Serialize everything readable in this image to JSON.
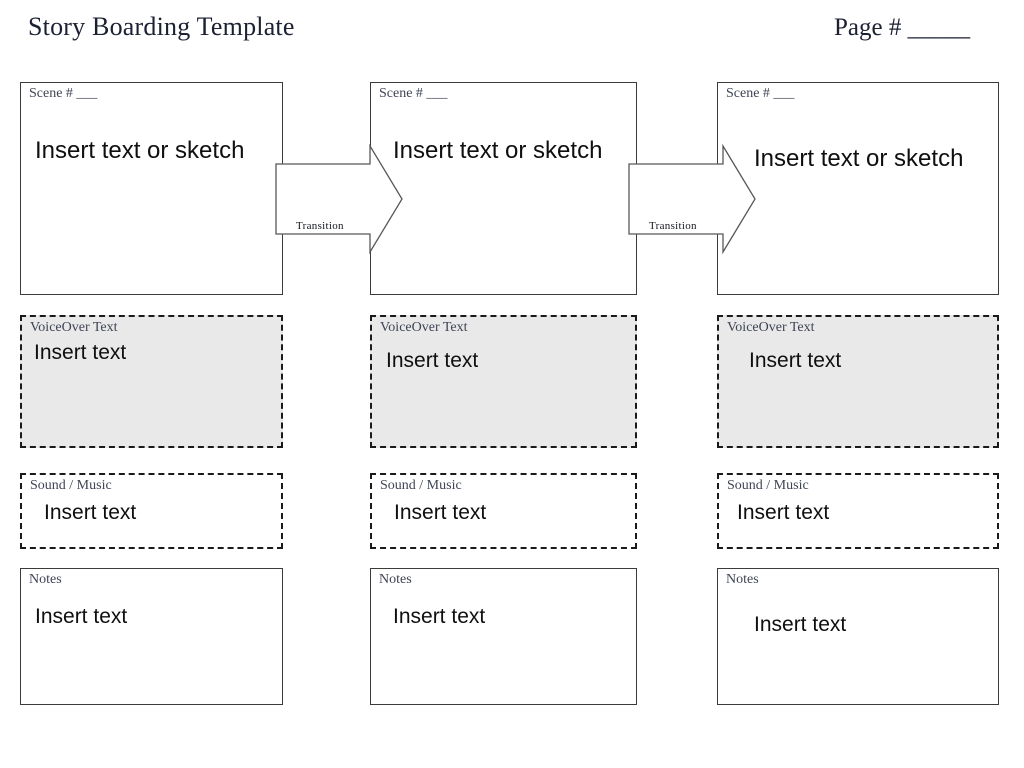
{
  "header": {
    "title": "Story Boarding Template",
    "page_number_label": "Page # _____"
  },
  "labels": {
    "scene": "Scene # ___",
    "voiceover": "VoiceOver Text",
    "sound_music": "Sound / Music",
    "notes": "Notes",
    "transition": "Transition"
  },
  "placeholders": {
    "sketch": "Insert text or sketch",
    "text": "Insert text"
  },
  "colors": {
    "page_background": "#ffffff",
    "title_text": "#1c2033",
    "label_text": "#3f4455",
    "body_text": "#0f0f0f",
    "box_border": "#3b3b3b",
    "dashed_border": "#1a1a1a",
    "voiceover_fill": "#e9e9e9"
  },
  "columns": [
    {
      "id": "column-1",
      "scene": {
        "label": "Scene # ___",
        "body": "Insert text or sketch"
      },
      "voiceover": {
        "label": "VoiceOver Text",
        "body": "Insert text"
      },
      "sound_music": {
        "label": "Sound / Music",
        "body": "Insert text"
      },
      "notes": {
        "label": "Notes",
        "body": "Insert text"
      }
    },
    {
      "id": "column-2",
      "scene": {
        "label": "Scene # ___",
        "body": "Insert text or sketch"
      },
      "voiceover": {
        "label": "VoiceOver Text",
        "body": "Insert text"
      },
      "sound_music": {
        "label": "Sound / Music",
        "body": "Insert text"
      },
      "notes": {
        "label": "Notes",
        "body": "Insert text"
      }
    },
    {
      "id": "column-3",
      "scene": {
        "label": "Scene # ___",
        "body": "Insert text or sketch"
      },
      "voiceover": {
        "label": "VoiceOver Text",
        "body": "Insert text"
      },
      "sound_music": {
        "label": "Sound / Music",
        "body": "Insert text"
      },
      "notes": {
        "label": "Notes",
        "body": "Insert text"
      }
    }
  ],
  "transitions": [
    {
      "id": "transition-1",
      "caption": "Transition"
    },
    {
      "id": "transition-2",
      "caption": "Transition"
    }
  ]
}
